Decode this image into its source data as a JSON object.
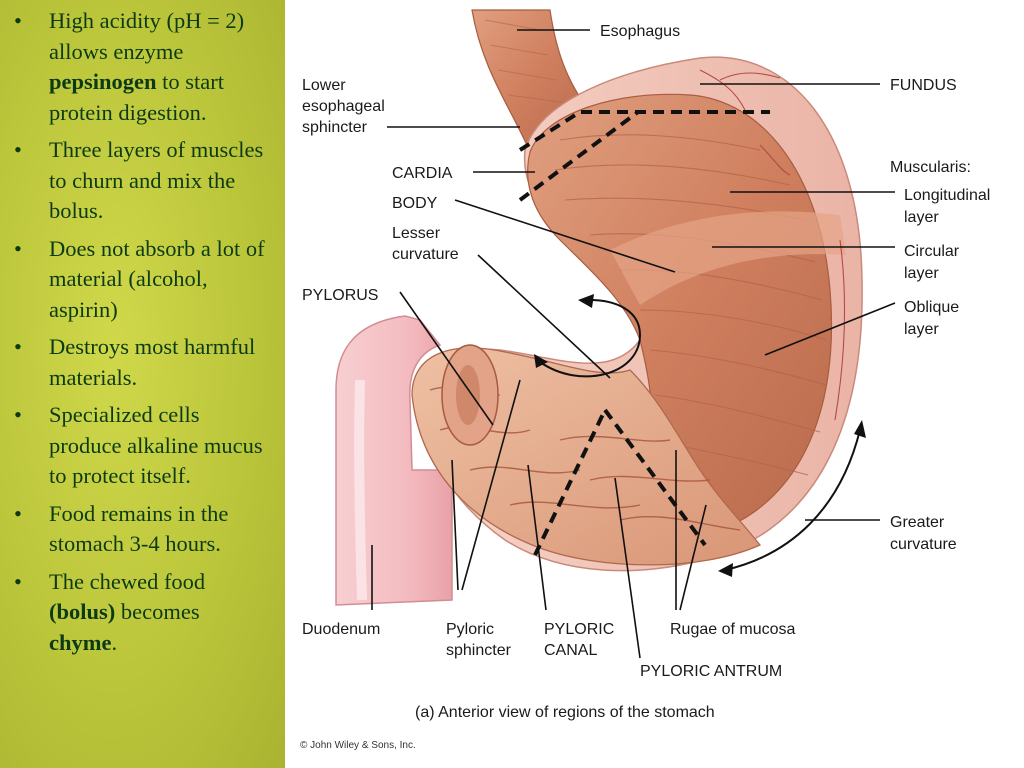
{
  "bullets": [
    {
      "t1": "High acidity (pH = 2) allows enzyme ",
      "b1": "pepsinogen",
      "t2": " to start protein digestion.",
      "b2": "",
      "t3": ""
    },
    {
      "t1": "Three layers of muscles to churn and mix the bolus.",
      "b1": "",
      "t2": "",
      "b2": "",
      "t3": ""
    },
    {
      "t1": "Does not absorb a lot of material (alcohol, aspirin)",
      "b1": "",
      "t2": "",
      "b2": "",
      "t3": ""
    },
    {
      "t1": "Destroys most harmful materials.",
      "b1": "",
      "t2": "",
      "b2": "",
      "t3": ""
    },
    {
      "t1": "Specialized cells produce alkaline mucus to protect itself.",
      "b1": "",
      "t2": "",
      "b2": "",
      "t3": ""
    },
    {
      "t1": "Food remains in the stomach 3-4 hours.",
      "b1": "",
      "t2": "",
      "b2": "",
      "t3": ""
    },
    {
      "t1": "The chewed food ",
      "b1": "(bolus)",
      "t2": " becomes ",
      "b2": "chyme",
      "t3": "."
    }
  ],
  "bullet_symbol": "•",
  "labels": {
    "esophagus": "Esophagus",
    "fundus": "FUNDUS",
    "les_1": "Lower",
    "les_2": "esophageal",
    "les_3": "sphincter",
    "cardia": "CARDIA",
    "body": "BODY",
    "lesser_1": "Lesser",
    "lesser_2": "curvature",
    "muscularis": "Muscularis:",
    "longitudinal_1": "Longitudinal",
    "longitudinal_2": "layer",
    "circular_1": "Circular",
    "circular_2": "layer",
    "oblique_1": "Oblique",
    "oblique_2": "layer",
    "pylorus": "PYLORUS",
    "greater_1": "Greater",
    "greater_2": "curvature",
    "duodenum": "Duodenum",
    "pyloric_sphincter_1": "Pyloric",
    "pyloric_sphincter_2": "sphincter",
    "pyloric_canal_1": "PYLORIC",
    "pyloric_canal_2": "CANAL",
    "rugae": "Rugae of mucosa",
    "pyloric_antrum": "PYLORIC ANTRUM"
  },
  "caption": "(a) Anterior view of regions of the stomach",
  "copyright": "© John Wiley & Sons, Inc.",
  "colors": {
    "panel_green": "#bcc63b",
    "bullet_text": "#0b3a14",
    "muscle": "#d58a6a",
    "mucosa": "#e6b094",
    "serosa": "#f2c8bc"
  }
}
